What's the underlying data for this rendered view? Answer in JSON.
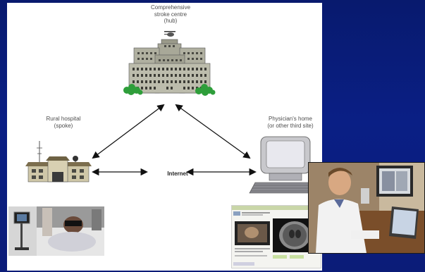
{
  "diagram": {
    "hub_label": "Comprehensive\nstroke centre\n(hub)",
    "rural_label": "Rural hospital\n(spoke)",
    "home_label": "Physician's home\n(or other third site)",
    "internet_label": "Internet"
  },
  "colors": {
    "background": "#0a1f85",
    "panel": "#ffffff",
    "arrow": "#111111",
    "bush": "#2e9e3a"
  },
  "icons": [
    "hub-building-icon",
    "rural-hospital-icon",
    "computer-icon"
  ]
}
